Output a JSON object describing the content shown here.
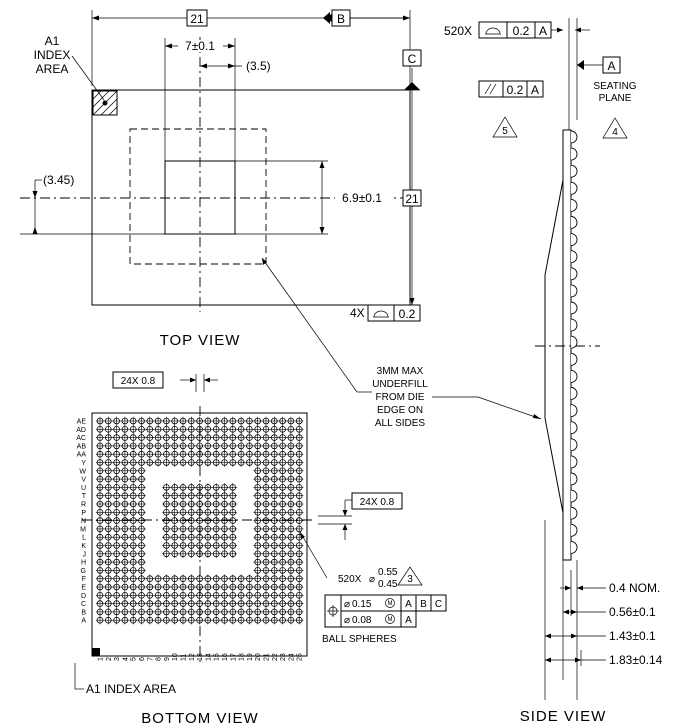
{
  "top_view": {
    "label": "TOP VIEW",
    "dim_width": "21",
    "datum_b": "B",
    "dim_die_width": "7±0.1",
    "dim_offset_x": "(3.5)",
    "datum_c": "C",
    "a1_index_lines": [
      "A1",
      "INDEX",
      "AREA"
    ],
    "dim_offset_y": "(3.45)",
    "dim_die_height": "6.9±0.1",
    "dim_height": "21",
    "flatness_count": "4X",
    "flatness_value": "0.2"
  },
  "bottom_view": {
    "label": "BOTTOM VIEW",
    "pitch_x": "24X 0.8",
    "pitch_y": "24X 0.8",
    "row_labels": [
      "AE",
      "AD",
      "AC",
      "AB",
      "AA",
      "Y",
      "W",
      "V",
      "U",
      "T",
      "R",
      "P",
      "N",
      "M",
      "L",
      "K",
      "J",
      "H",
      "G",
      "F",
      "E",
      "D",
      "C",
      "B",
      "A"
    ],
    "col_labels": [
      "1",
      "2",
      "3",
      "4",
      "5",
      "6",
      "7",
      "8",
      "9",
      "10",
      "11",
      "12",
      "13",
      "14",
      "15",
      "16",
      "17",
      "18",
      "19",
      "20",
      "21",
      "22",
      "23",
      "24",
      "25"
    ],
    "ball_count_prefix": "520X",
    "ball_diameter_upper": "0.55",
    "ball_diameter_lower": "0.45",
    "ball_note": "3",
    "position_tol_1": "0.15",
    "position_datums_1": [
      "A",
      "B",
      "C"
    ],
    "position_tol_2": "0.08",
    "position_datums_2": [
      "A"
    ],
    "ball_spheres_label": "BALL SPHERES",
    "a1_index_label": "A1 INDEX AREA",
    "underfill_note_lines": [
      "3MM MAX",
      "UNDERFILL",
      "FROM DIE",
      "EDGE ON",
      "ALL SIDES"
    ]
  },
  "side_view": {
    "label": "SIDE VIEW",
    "profile_count": "520X",
    "profile_value": "0.2",
    "profile_datum": "A",
    "datum_a": "A",
    "seating_plane_lines": [
      "SEATING",
      "PLANE"
    ],
    "parallel_value": "0.2",
    "parallel_datum": "A",
    "note_5": "5",
    "note_4": "4",
    "dim_1": "0.4 NOM.",
    "dim_2": "0.56±0.1",
    "dim_3": "1.43±0.1",
    "dim_4": "1.83±0.14"
  }
}
